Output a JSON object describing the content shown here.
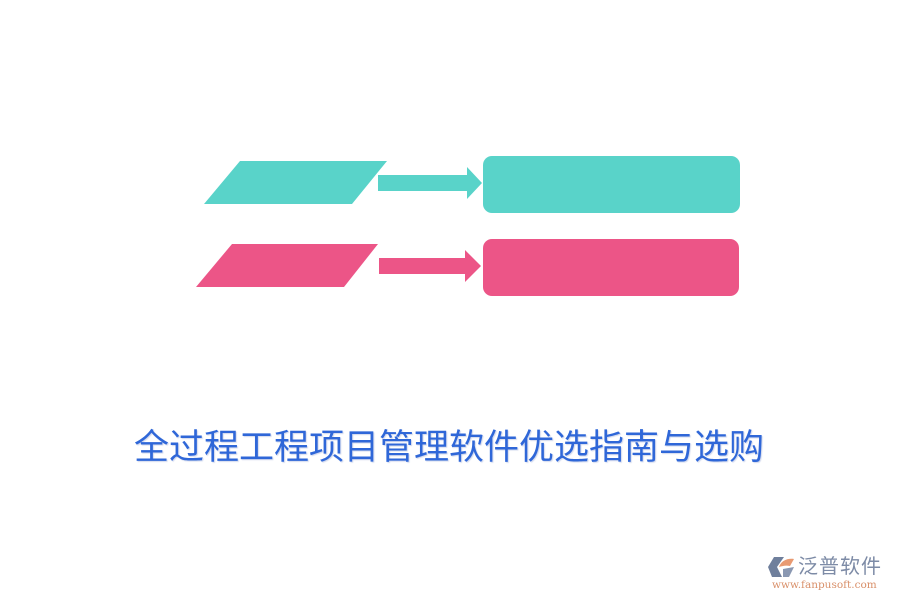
{
  "diagram": {
    "colors": {
      "teal": "#59d3c9",
      "pink": "#ec5587",
      "title": "#2f67d8",
      "background": "#ffffff"
    },
    "rows": [
      {
        "id": "row-1",
        "color": "#59d3c9",
        "parallelogram": {
          "label": ""
        },
        "arrow": {
          "direction": "right"
        },
        "box": {
          "label": ""
        }
      },
      {
        "id": "row-2",
        "color": "#ec5587",
        "parallelogram": {
          "label": ""
        },
        "arrow": {
          "direction": "right"
        },
        "box": {
          "label": ""
        }
      }
    ]
  },
  "title": "全过程工程项目管理软件优选指南与选购",
  "logo": {
    "name": "泛普软件",
    "url": "www.fanpusoft.com",
    "icon": "fanpu-logo-icon"
  }
}
